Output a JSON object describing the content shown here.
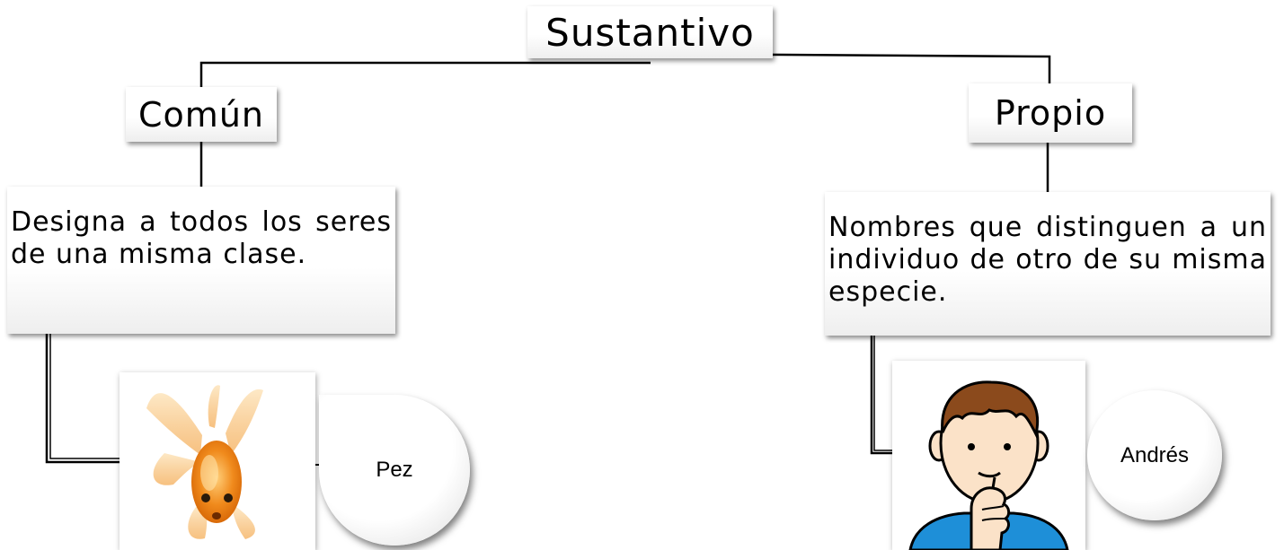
{
  "diagram": {
    "root": {
      "label": "Sustantivo"
    },
    "left_branch": {
      "label": "Común",
      "description": "Designa a todos los seres de una misma clase.",
      "picture_icon": "goldfish-photo",
      "example": "Pez"
    },
    "right_branch": {
      "label": "Propio",
      "description": "Nombres que distinguen a un individuo de otro de su misma especie.",
      "picture_icon": "boy-pictogram",
      "example": "Andrés"
    }
  },
  "colors": {
    "connector": "#000000",
    "box_background": "#ffffff",
    "fish_orange": "#f08a1c",
    "boy_shirt": "#1e8fd8",
    "boy_hair": "#8b4a1c",
    "boy_skin": "#fbe2c8"
  }
}
